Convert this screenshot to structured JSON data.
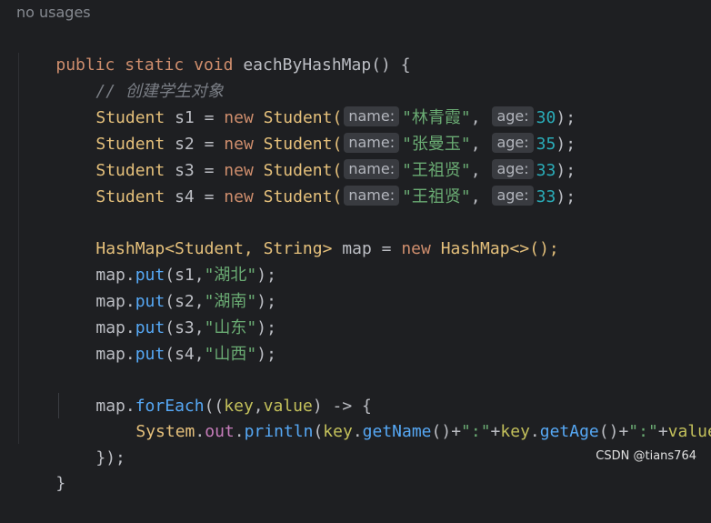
{
  "editor": {
    "usage_hint": "no usages",
    "method": {
      "keyword_public": "public",
      "keyword_static": "static",
      "keyword_void": "void",
      "name": "eachByHashMap",
      "signature_rest": "() {"
    },
    "comment": "// 创建学生对象",
    "students": [
      {
        "type": "Student",
        "var": "s1",
        "kw_new": "new",
        "ctor": "Student(",
        "name_hint": "name:",
        "name_value": "\"林青霞\"",
        "sep": ",",
        "age_hint": "age:",
        "age_value": "30",
        "end": ");"
      },
      {
        "type": "Student",
        "var": "s2",
        "kw_new": "new",
        "ctor": "Student(",
        "name_hint": "name:",
        "name_value": "\"张曼玉\"",
        "sep": ",",
        "age_hint": "age:",
        "age_value": "35",
        "end": ");"
      },
      {
        "type": "Student",
        "var": "s3",
        "kw_new": "new",
        "ctor": "Student(",
        "name_hint": "name:",
        "name_value": "\"王祖贤\"",
        "sep": ",",
        "age_hint": "age:",
        "age_value": "33",
        "end": ");"
      },
      {
        "type": "Student",
        "var": "s4",
        "kw_new": "new",
        "ctor": "Student(",
        "name_hint": "name:",
        "name_value": "\"王祖贤\"",
        "sep": ",",
        "age_hint": "age:",
        "age_value": "33",
        "end": ");"
      }
    ],
    "map_decl": {
      "type": "HashMap<Student, String>",
      "var": "map",
      "eq": "=",
      "kw_new": "new",
      "ctor": "HashMap<>();"
    },
    "puts": [
      {
        "obj": "map.",
        "method": "put",
        "args": "(s1,",
        "value": "\"湖北\"",
        "end": ");"
      },
      {
        "obj": "map.",
        "method": "put",
        "args": "(s2,",
        "value": "\"湖南\"",
        "end": ");"
      },
      {
        "obj": "map.",
        "method": "put",
        "args": "(s3,",
        "value": "\"山东\"",
        "end": ");"
      },
      {
        "obj": "map.",
        "method": "put",
        "args": "(s4,",
        "value": "\"山西\"",
        "end": ");"
      }
    ],
    "foreach": {
      "obj": "map.",
      "method": "forEach",
      "open": "((",
      "p1": "key",
      "comma": ",",
      "p2": "value",
      "arrow": ") -> {"
    },
    "println": {
      "cls": "System",
      "dot1": ".",
      "field": "out",
      "dot2": ".",
      "method": "println",
      "open": "(",
      "k1": "key",
      "dot3": ".",
      "getName": "getName",
      "call1": "()+",
      "s1": "\":\"",
      "plus1": "+",
      "k2": "key",
      "dot4": ".",
      "getAge": "getAge",
      "call2": "()+",
      "s2": "\":\"",
      "plus2": "+",
      "v": "value",
      "end": ");"
    },
    "foreach_close": "});",
    "method_close": "}"
  },
  "watermark": "CSDN @tians764",
  "colors": {
    "background": "#1e1f22",
    "keyword": "#cf8e6d",
    "method": "#56a8f5",
    "string": "#6aab73",
    "number": "#2aacb8"
  }
}
